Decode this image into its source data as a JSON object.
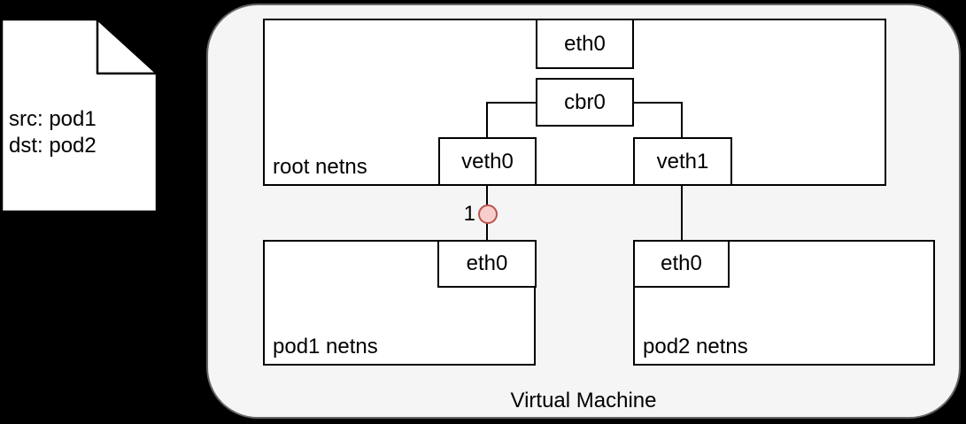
{
  "colors": {
    "background": "#000000",
    "vm_fill": "#f5f5f5",
    "vm_border": "#666666",
    "box_fill": "#ffffff",
    "box_border": "#000000",
    "marker_fill": "#f8cecc",
    "marker_border": "#b85450",
    "text": "#000000"
  },
  "packet_note": {
    "line1": "src: pod1",
    "line2": "dst: pod2"
  },
  "vm": {
    "label": "Virtual Machine"
  },
  "root_netns": {
    "label": "root netns",
    "eth0": "eth0",
    "cbr0": "cbr0",
    "veth0": "veth0",
    "veth1": "veth1"
  },
  "pod1_netns": {
    "label": "pod1 netns",
    "eth0": "eth0"
  },
  "pod2_netns": {
    "label": "pod2 netns",
    "eth0": "eth0"
  },
  "marker": {
    "label": "1"
  }
}
